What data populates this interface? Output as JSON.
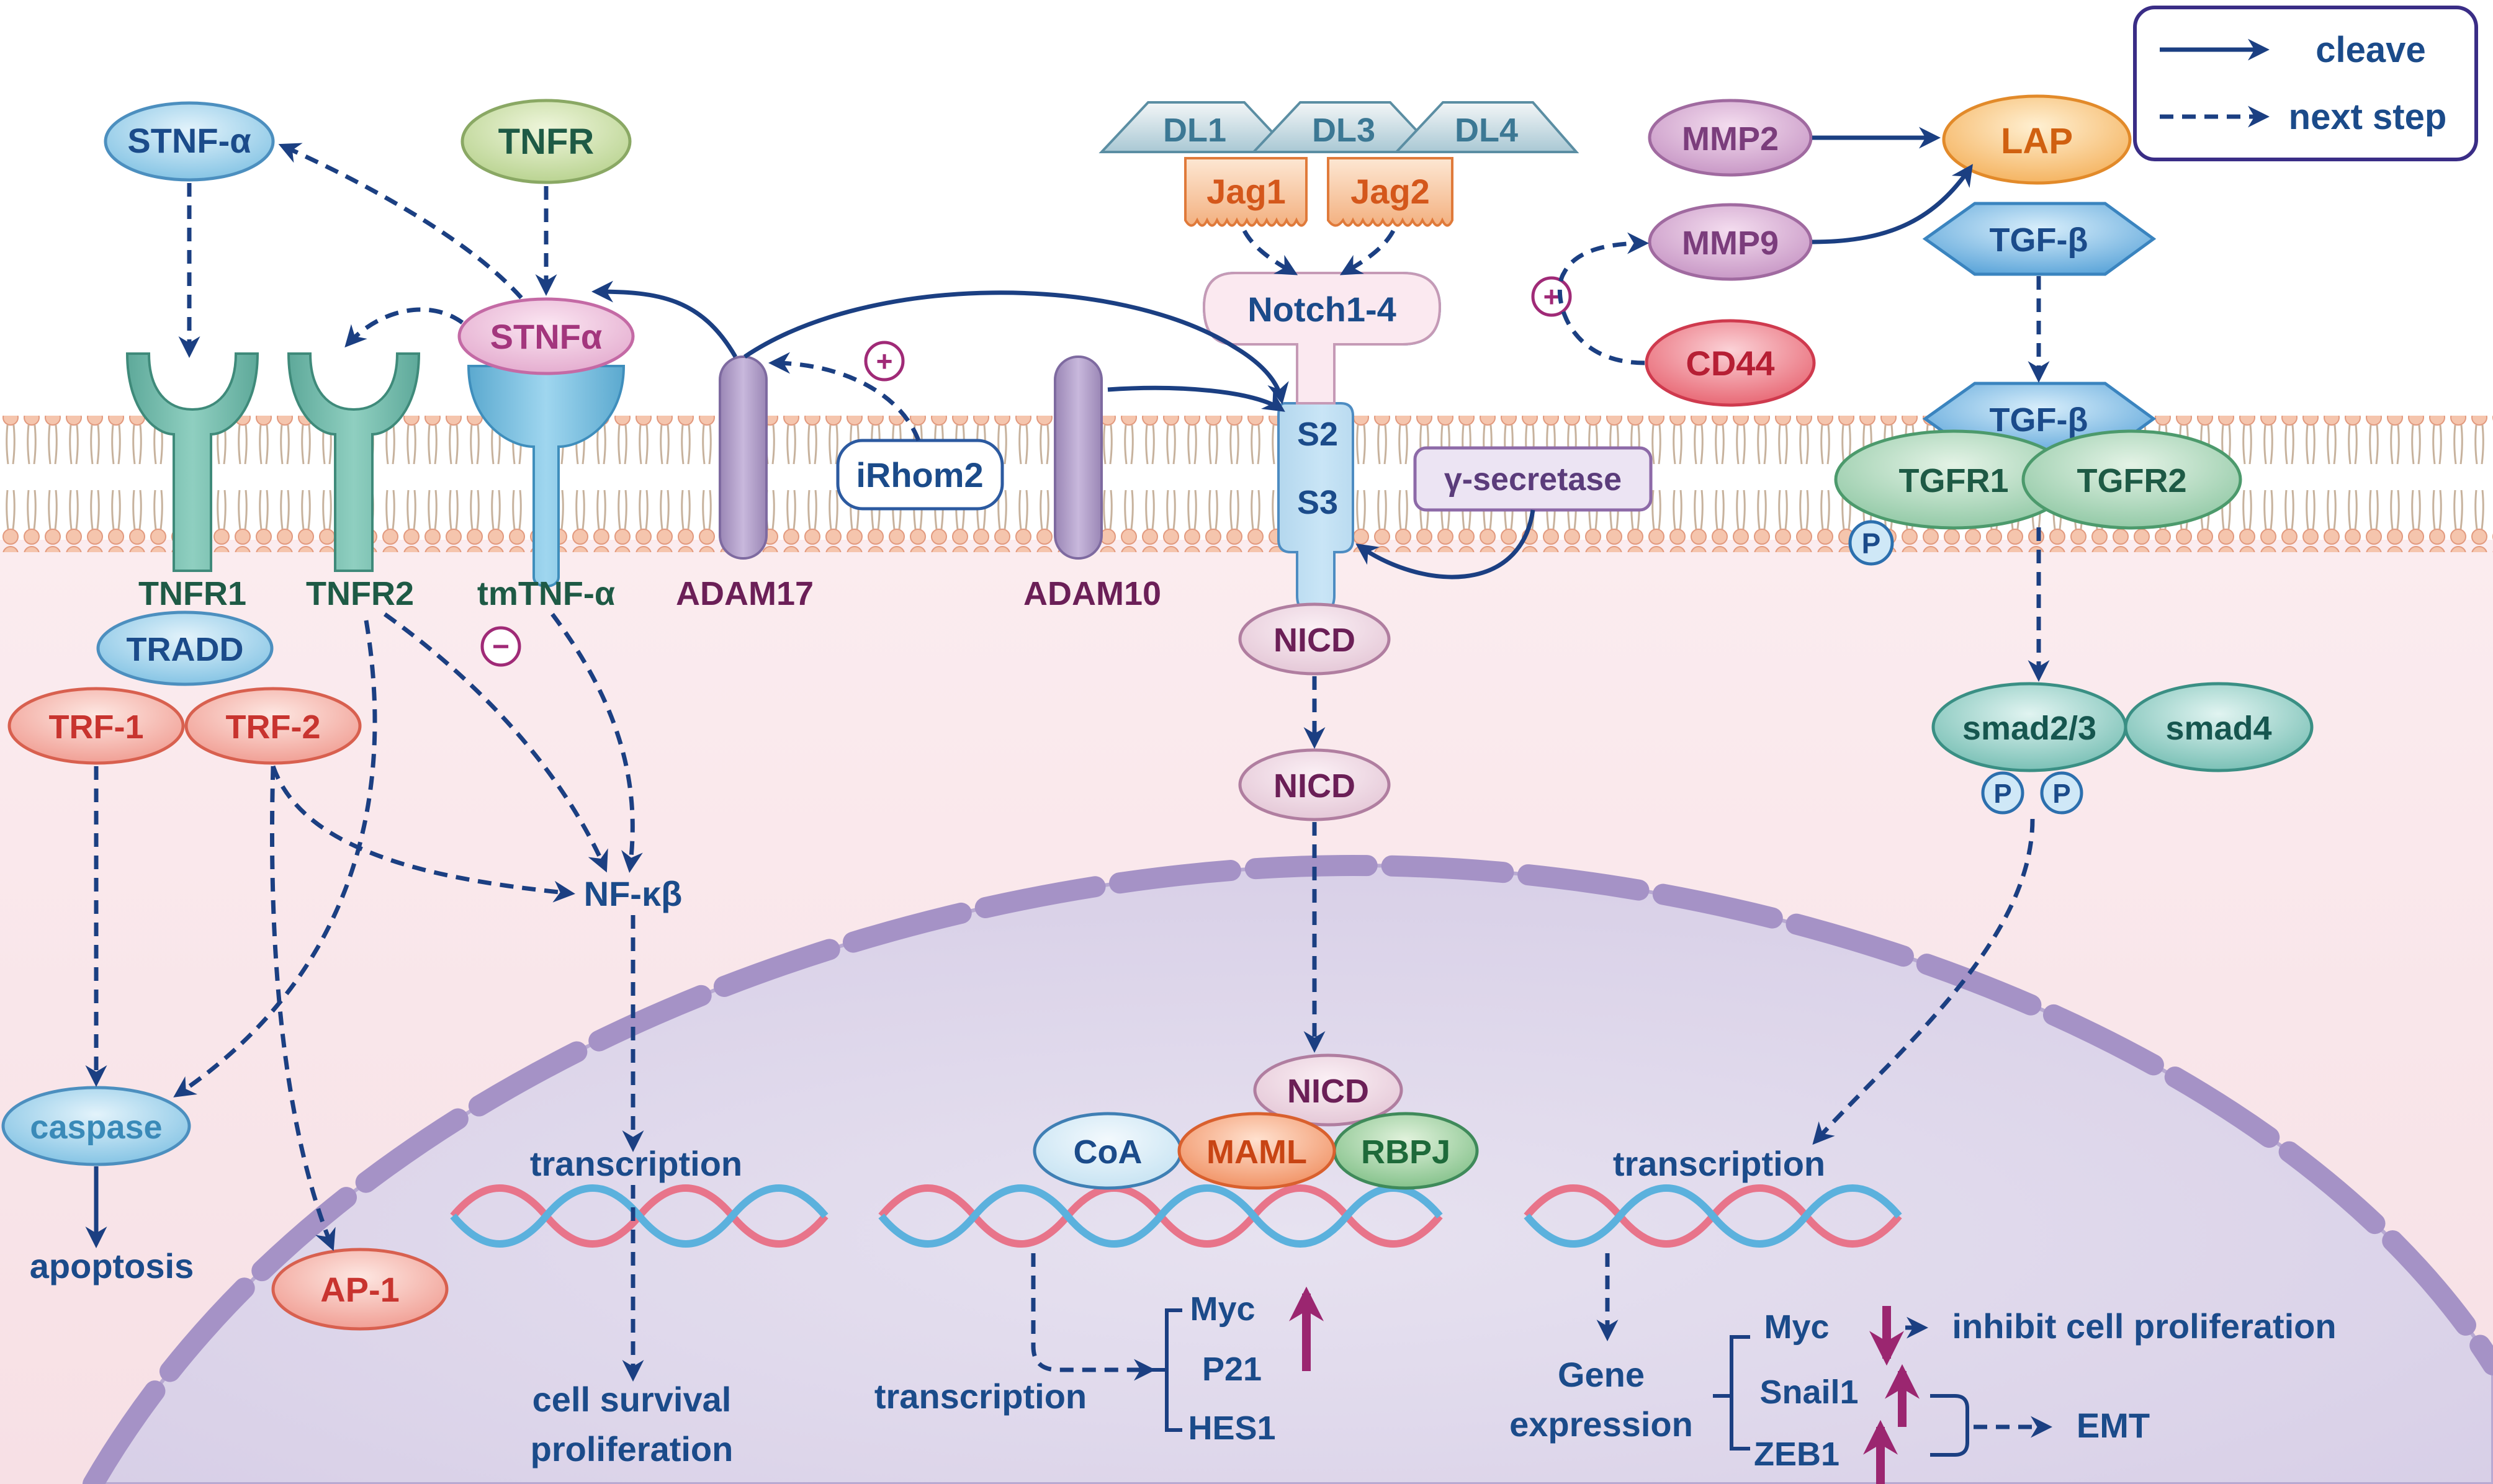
{
  "legend": {
    "cleave": "cleave",
    "next_step": "next step"
  },
  "tnf": {
    "stnf_alpha_top": "STNF-α",
    "tnfr_top": "TNFR",
    "stnf_alpha_bound": "STNFα",
    "tnfr1": "TNFR1",
    "tnfr2": "TNFR2",
    "tmtnf": "tmTNF-α",
    "adam17": "ADAM17",
    "irhom2": "iRhom2",
    "adam10": "ADAM10",
    "tradd": "TRADD",
    "trf1": "TRF-1",
    "trf2": "TRF-2",
    "nfkb": "NF-κβ",
    "caspase": "caspase",
    "apoptosis": "apoptosis",
    "ap1": "AP-1",
    "transcription": "transcription",
    "survival_1": "cell survival",
    "survival_2": "proliferation",
    "plus": "+",
    "minus": "−"
  },
  "notch": {
    "dl1": "DL1",
    "dl3": "DL3",
    "dl4": "DL4",
    "jag1": "Jag1",
    "jag2": "Jag2",
    "notch": "Notch1-4",
    "s2": "S2",
    "s3": "S3",
    "gamma": "γ-secretase",
    "nicd": "NICD",
    "coa": "CoA",
    "maml": "MAML",
    "rbpj": "RBPJ",
    "transcription": "transcription",
    "myc": "Myc",
    "p21": "P21",
    "hes1": "HES1"
  },
  "tgf": {
    "mmp2": "MMP2",
    "mmp9": "MMP9",
    "cd44": "CD44",
    "lap": "LAP",
    "tgfb": "TGF-β",
    "tgfr1": "TGFR1",
    "tgfr2": "TGFR2",
    "p": "P",
    "smad23": "smad2/3",
    "smad4": "smad4",
    "transcription": "transcription",
    "gene_1": "Gene",
    "gene_2": "expression",
    "myc": "Myc",
    "snail1": "Snail1",
    "zeb1": "ZEB1",
    "inhibit": "inhibit cell proliferation",
    "emt": "EMT",
    "plus": "+"
  }
}
